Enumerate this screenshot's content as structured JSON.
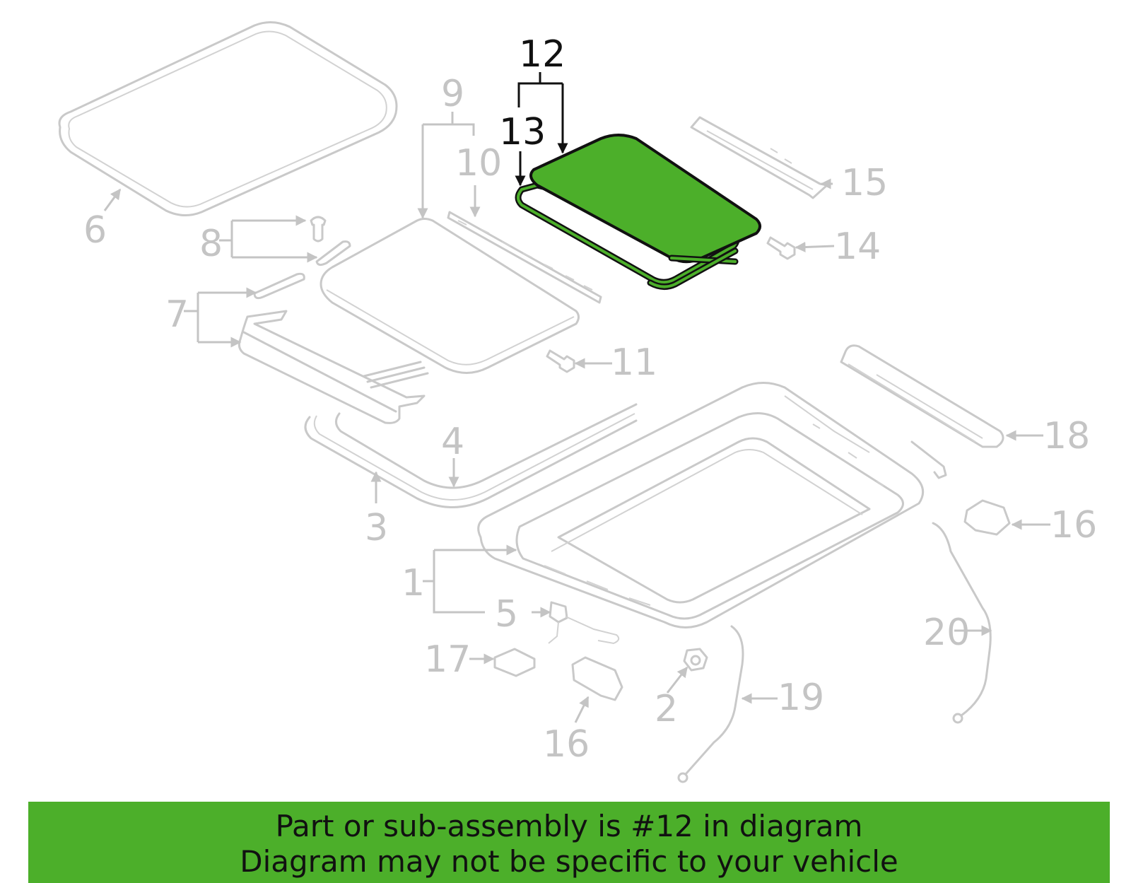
{
  "diagram": {
    "highlight_color": "#4caf2a",
    "part_color": "#c4c4c4",
    "labels": {
      "p1": "1",
      "p2": "2",
      "p3": "3",
      "p4": "4",
      "p5": "5",
      "p6": "6",
      "p7": "7",
      "p8": "8",
      "p9": "9",
      "p10": "10",
      "p11": "11",
      "p12": "12",
      "p13": "13",
      "p14": "14",
      "p15": "15",
      "p16a": "16",
      "p16b": "16",
      "p17": "17",
      "p18": "18",
      "p19": "19",
      "p20": "20"
    }
  },
  "banner": {
    "line1": "Part or sub-assembly is #12 in diagram",
    "line2": "Diagram may not be specific to your vehicle"
  }
}
